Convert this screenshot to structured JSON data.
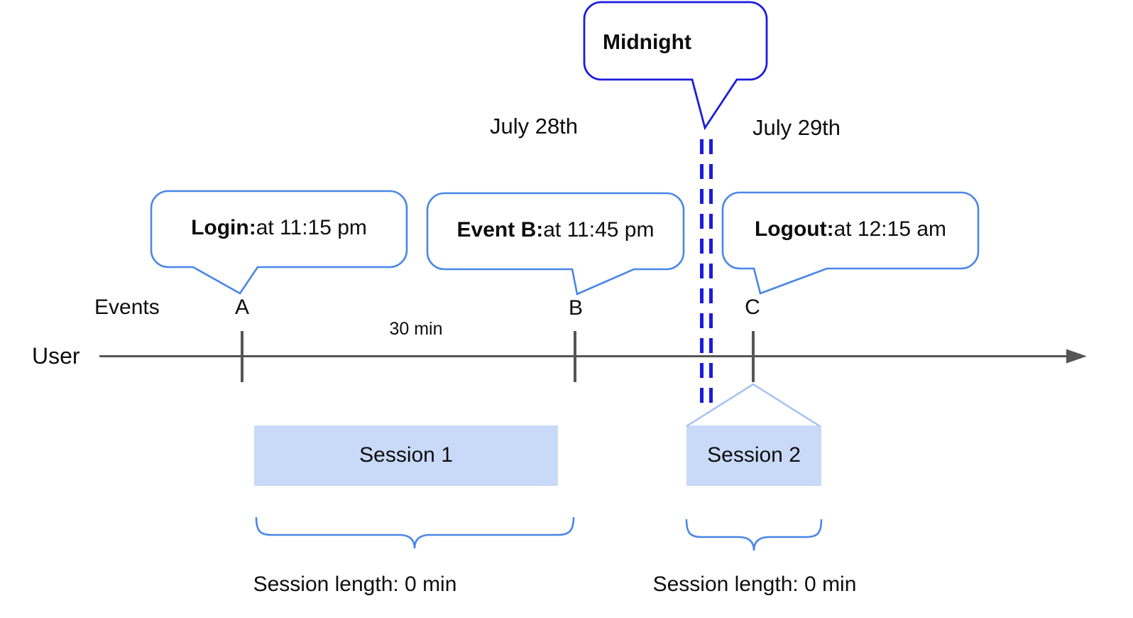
{
  "diagram": {
    "user_label": "User",
    "events_label": "Events",
    "dates": {
      "left": "July 28th",
      "right": "July 29th"
    },
    "midnight_label": "Midnight",
    "interval_label": "30 min",
    "callouts": {
      "login": {
        "bold": "Login:",
        "rest": " at 11:15 pm"
      },
      "event_b": {
        "bold": "Event B:",
        "rest": " at 11:45 pm"
      },
      "logout": {
        "bold": "Logout:",
        "rest": " at 12:15 am"
      }
    },
    "event_markers": {
      "a": "A",
      "b": "B",
      "c": "C"
    },
    "sessions": {
      "s1": {
        "name": "Session 1",
        "length": "Session length: 0 min"
      },
      "s2": {
        "name": "Session 2",
        "length": "Session length: 0 min"
      }
    },
    "colors": {
      "timeline": "#555555",
      "callout_border": "#4a86e8",
      "midnight_blue": "#1c1ce0",
      "session_fill": "#c9daf8",
      "expand_lines": "#a4c2f4",
      "brace": "#4a86e8",
      "white": "#ffffff"
    }
  }
}
